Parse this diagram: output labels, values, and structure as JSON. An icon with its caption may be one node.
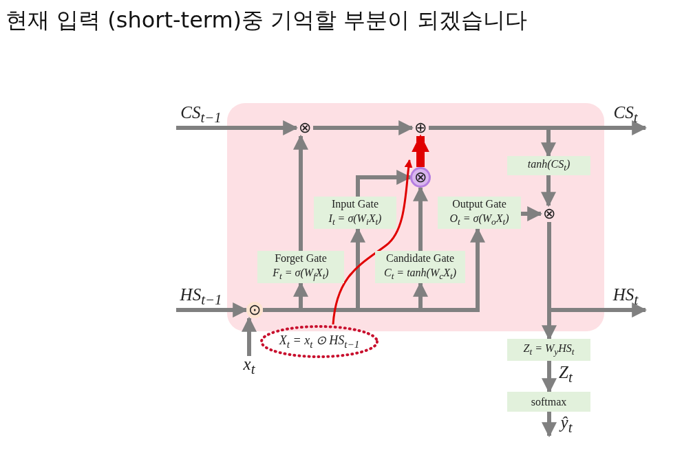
{
  "diagram": {
    "title": "현재 입력 (short-term)중 기억할 부분이 되겠습니다",
    "nodes": [
      {
        "text": [
          "CS$_{t−1}$"
        ]
      },
      {
        "text": [
          "⊗"
        ]
      },
      {
        "text": [
          "⊕"
        ]
      },
      {
        "text": [
          "CS$_{t}$"
        ]
      },
      {
        "text": [
          "HS$_{t−1}$"
        ]
      },
      {
        "text": [
          "⊙"
        ]
      },
      {
        "text": [
          "x$_{t}$"
        ]
      },
      {
        "text": [
          "X$_{t}$ = x$_{t}$ ⊙ HS$_{t−1}$"
        ]
      },
      {
        "text": [
          "Forget Gate",
          "F$_{t}$ = σ(W$_{f}$X$_{t}$)"
        ]
      },
      {
        "text": [
          "Input Gate",
          "I$_{t}$ = σ(W$_{i}$X$_{t}$)"
        ]
      },
      {
        "text": [
          "⊗"
        ]
      },
      {
        "text": [
          "Candidate Gate",
          "C$_{t}$ = tanh(W$_{c}$X$_{t}$)"
        ]
      },
      {
        "text": [
          "Output Gate",
          "O$_{t}$ = σ(W$_{o}$X$_{t}$)"
        ]
      },
      {
        "text": [
          "tanh(CS$_{t}$)"
        ]
      },
      {
        "text": [
          "⊗"
        ]
      },
      {
        "text": [
          "HS$_{t}$"
        ]
      },
      {
        "text": [
          "Z$_{t}$ = W$_{y}$HS$_{t}$"
        ]
      },
      {
        "text": [
          "softmax"
        ]
      },
      {
        "text": [
          "ŷ$_{t}$"
        ]
      }
    ],
    "edges": [
      {
        "from": 0,
        "to": 1,
        "arrow": "to"
      },
      {
        "from": 1,
        "to": 2,
        "arrow": "to"
      },
      {
        "from": 2,
        "to": 3,
        "arrow": "to"
      },
      {
        "from": 2,
        "to": 13,
        "arrow": "to"
      },
      {
        "from": 4,
        "to": 5,
        "arrow": "to"
      },
      {
        "from": 6,
        "to": 5,
        "arrow": "to"
      },
      {
        "from": 5,
        "to": 8,
        "arrow": "to"
      },
      {
        "from": 5,
        "to": 9,
        "arrow": "to"
      },
      {
        "from": 5,
        "to": 11,
        "arrow": "to"
      },
      {
        "from": 5,
        "to": 12,
        "arrow": "to"
      },
      {
        "from": 8,
        "to": 1,
        "arrow": "to"
      },
      {
        "from": 9,
        "to": 10,
        "arrow": "to"
      },
      {
        "from": 11,
        "to": 10,
        "arrow": "to"
      },
      {
        "from": 10,
        "to": 2,
        "arrow": "to",
        "style": "thick",
        "color": "#e00000"
      },
      {
        "from": 12,
        "to": 14,
        "arrow": "to"
      },
      {
        "from": 13,
        "to": 14,
        "arrow": "to"
      },
      {
        "from": 14,
        "to": 15,
        "arrow": "to"
      },
      {
        "from": 14,
        "to": 16,
        "arrow": "to"
      },
      {
        "from": 16,
        "to": 17,
        "arrow": "to",
        "label": "Z$_{t}$"
      },
      {
        "from": 17,
        "to": 18,
        "arrow": "to"
      },
      {
        "from": 7,
        "to": 10,
        "arrow": "to",
        "color": "#e00000"
      }
    ]
  }
}
